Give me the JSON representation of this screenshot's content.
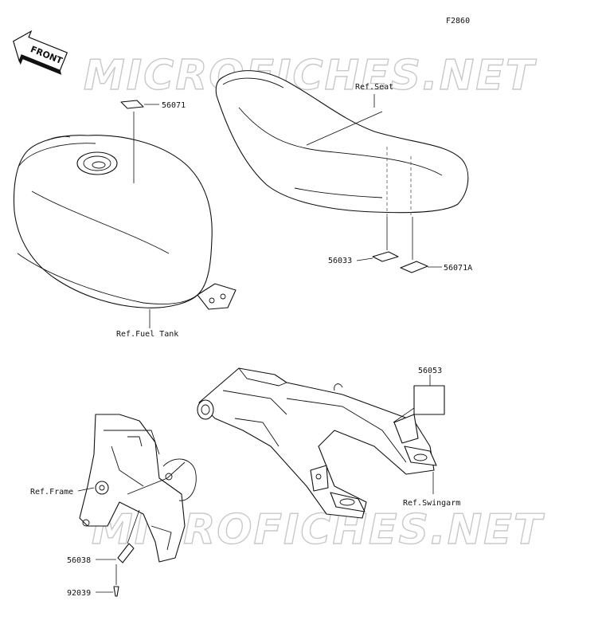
{
  "figure_code": "F2860",
  "front_label": "FRONT",
  "watermark": "MICROFICHES.NET",
  "parts": {
    "p56071": "56071",
    "p56033": "56033",
    "p56071A": "56071A",
    "p56053": "56053",
    "p56038": "56038",
    "p92039": "92039"
  },
  "refs": {
    "seat": "Ref.Seat",
    "fuel_tank": "Ref.Fuel Tank",
    "frame": "Ref.Frame",
    "swingarm": "Ref.Swingarm"
  },
  "icons": {
    "front_arrow": "front-arrow-icon"
  }
}
